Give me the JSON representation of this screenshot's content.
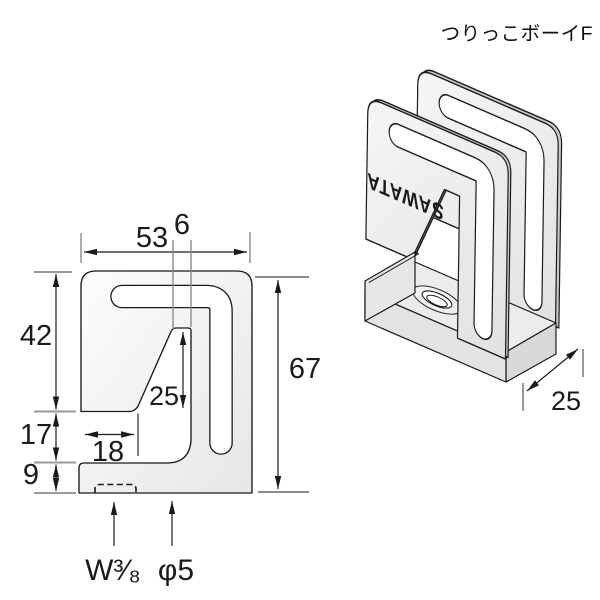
{
  "title": "つりっこボーイF",
  "view3d": {
    "brand": "SAWATA",
    "dim_depth": "25"
  },
  "view2d": {
    "dim_width": "53",
    "dim_slot": "6",
    "dim_upper_height": "42",
    "dim_mouth_height": "17",
    "dim_base_height": "9",
    "dim_total_height": "67",
    "dim_seat_height": "25",
    "dim_jaw_depth": "18",
    "label_thread": "W³⁄₈",
    "label_hole": "φ5"
  },
  "colors": {
    "line": "#1a1a1a",
    "extension_line": "#9a9a9a",
    "body_fill_light": "#fbfbfb",
    "body_fill_dark": "#e7e7e7",
    "plate_edge_fill": "#c9c9c9",
    "background": "#ffffff"
  }
}
